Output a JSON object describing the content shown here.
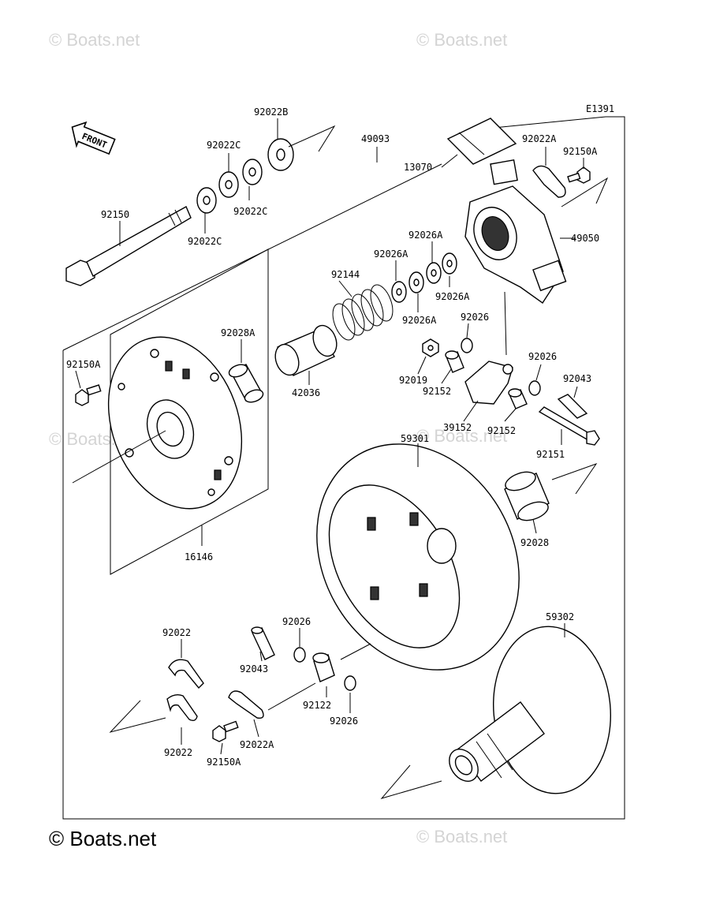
{
  "diagram_code": "E1391",
  "front_label": "FRONT",
  "watermarks": {
    "top_left": "© Boats.net",
    "top_right": "© Boats.net",
    "mid_left": "© Boats.net",
    "mid_right": "© Boats.net",
    "bottom_main": "© Boats.net",
    "bottom_right": "© Boats.net"
  },
  "parts": {
    "p92022B": "92022B",
    "p92022C_a": "92022C",
    "p92022C_b": "92022C",
    "p92022C_c": "92022C",
    "p49093": "49093",
    "p13070": "13070",
    "p92022A_top": "92022A",
    "p92150A_top": "92150A",
    "p49050": "49050",
    "p92150": "92150",
    "p92026A_a": "92026A",
    "p92026A_b": "92026A",
    "p92026A_c": "92026A",
    "p92026A_d": "92026A",
    "p92144": "92144",
    "p92028A": "92028A",
    "p92150A_left": "92150A",
    "p42036": "42036",
    "p92026_a": "92026",
    "p92019": "92019",
    "p92152_a": "92152",
    "p92026_b": "92026",
    "p92043_top": "92043",
    "p39152": "39152",
    "p92152_b": "92152",
    "p59301": "59301",
    "p92151": "92151",
    "p16146": "16146",
    "p92028": "92028",
    "p59302": "59302",
    "p92022_top": "92022",
    "p92026_c": "92026",
    "p92043_bottom": "92043",
    "p92122": "92122",
    "p92026_d": "92026",
    "p92022_bottom": "92022",
    "p92150A_bottom": "92150A",
    "p92022A_bottom": "92022A"
  }
}
